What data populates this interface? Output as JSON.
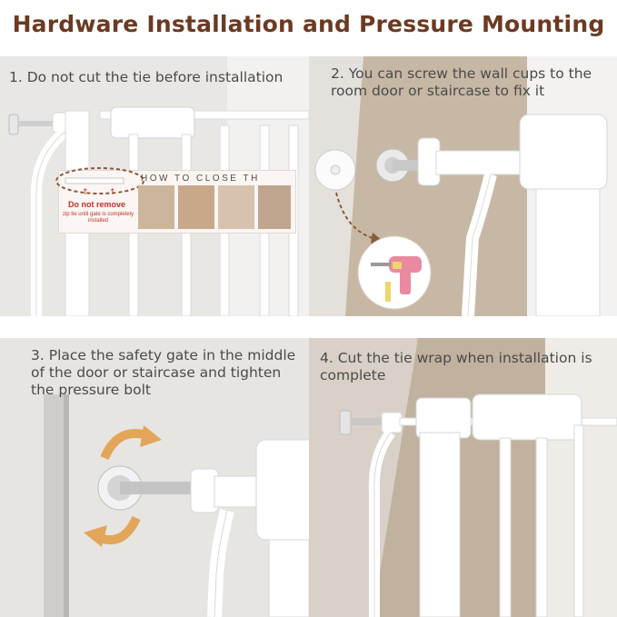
{
  "title": "Hardware Installation and Pressure Mounting",
  "steps": [
    {
      "text": "1. Do not cut the tie before installation"
    },
    {
      "text": "2. You can screw the wall cups to the room door or staircase to fix it"
    },
    {
      "text": "3. Place the safety gate in the middle of the door or staircase and tighten the pressure bolt"
    },
    {
      "text": "4. Cut the tie wrap when installation is complete"
    }
  ],
  "label": {
    "warning": "Do not remove",
    "note": "zip tie until gate is completely installed",
    "instruction_title": "HOW TO CLOSE TH"
  },
  "colors": {
    "title": "#6b3a22",
    "caption": "#4a4a4a",
    "arrow": "#e2a55a",
    "drill": "#e98aa0",
    "warning": "#c0302a"
  },
  "icons": [
    "drill-icon",
    "rotate-arrows-icon",
    "dotted-arrow-icon"
  ]
}
